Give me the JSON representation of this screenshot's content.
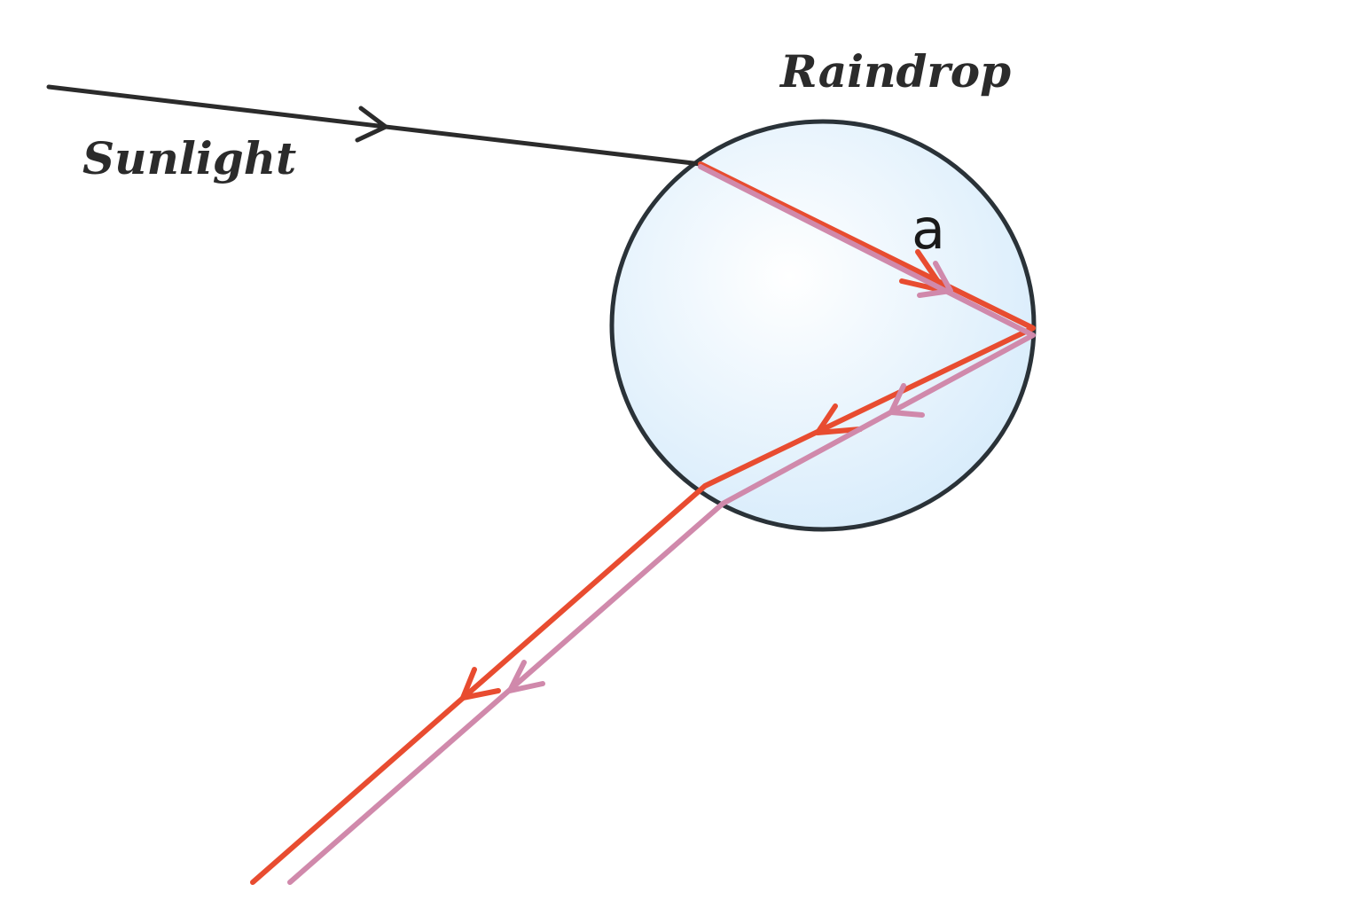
{
  "labels": {
    "sunlight": "Sunlight",
    "raindrop": "Raindrop",
    "point_a": "a"
  },
  "colors": {
    "sunlight_ray": "#2b2b2b",
    "red_ray": "#e84c30",
    "violet_ray": "#d089ab",
    "drop_outline": "#2a3238",
    "drop_fill": "#dcefff"
  }
}
